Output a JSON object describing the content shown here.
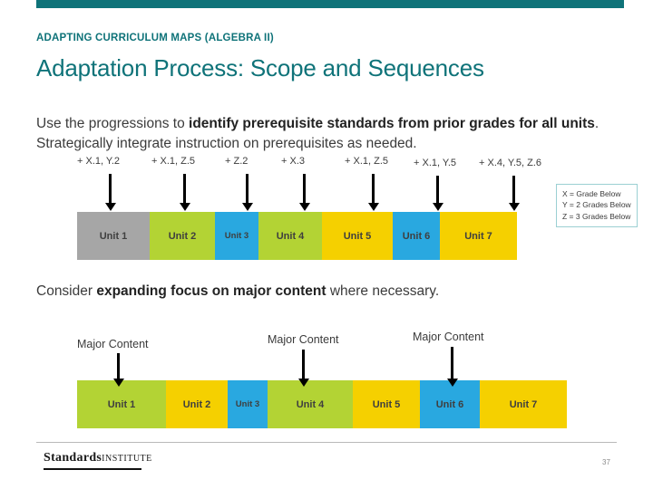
{
  "colors": {
    "teal": "#0f7379",
    "green": "#b3d334",
    "yellow": "#f5d000",
    "blue": "#29a8e0",
    "gray": "#a6a6a6"
  },
  "header": {
    "eyebrow": "ADAPTING CURRICULUM MAPS (ALGEBRA II)",
    "title": "Adaptation Process: Scope and Sequences"
  },
  "body": {
    "para1_part1": "Use the progressions to ",
    "para1_bold1": "identify prerequisite standards from prior grades for all units",
    "para1_part2": ". Strategically integrate instruction on prerequisites as needed.",
    "para2_part1": "Consider ",
    "para2_bold1": "expanding focus on major content",
    "para2_part2": " where necessary."
  },
  "diagram1": {
    "annotations": [
      "+ X.1, Y.2",
      "+ X.1, Z.5",
      "+ Z.2",
      "+ X.3",
      "+ X.1, Z.5",
      "+ X.1, Y.5",
      "+ X.4, Y.5, Z.6"
    ],
    "units": [
      {
        "label": "Unit 1",
        "color": "gray"
      },
      {
        "label": "Unit 2",
        "color": "green"
      },
      {
        "label": "Unit 3",
        "color": "blue"
      },
      {
        "label": "Unit 4",
        "color": "green"
      },
      {
        "label": "Unit 5",
        "color": "yellow"
      },
      {
        "label": "Unit 6",
        "color": "blue"
      },
      {
        "label": "Unit 7",
        "color": "yellow"
      }
    ],
    "legend": [
      "X = Grade Below",
      "Y = 2 Grades Below",
      "Z = 3 Grades Below"
    ]
  },
  "diagram2": {
    "annotations": [
      "Major Content",
      "Major Content",
      "Major Content"
    ],
    "units": [
      {
        "label": "Unit 1",
        "color": "green"
      },
      {
        "label": "Unit 2",
        "color": "yellow"
      },
      {
        "label": "Unit 3",
        "color": "blue"
      },
      {
        "label": "Unit 4",
        "color": "green"
      },
      {
        "label": "Unit 5",
        "color": "yellow"
      },
      {
        "label": "Unit 6",
        "color": "blue"
      },
      {
        "label": "Unit 7",
        "color": "yellow"
      }
    ]
  },
  "footer": {
    "logo_bold": "Standards",
    "logo_small": "INSTITUTE",
    "page_number": "37"
  }
}
